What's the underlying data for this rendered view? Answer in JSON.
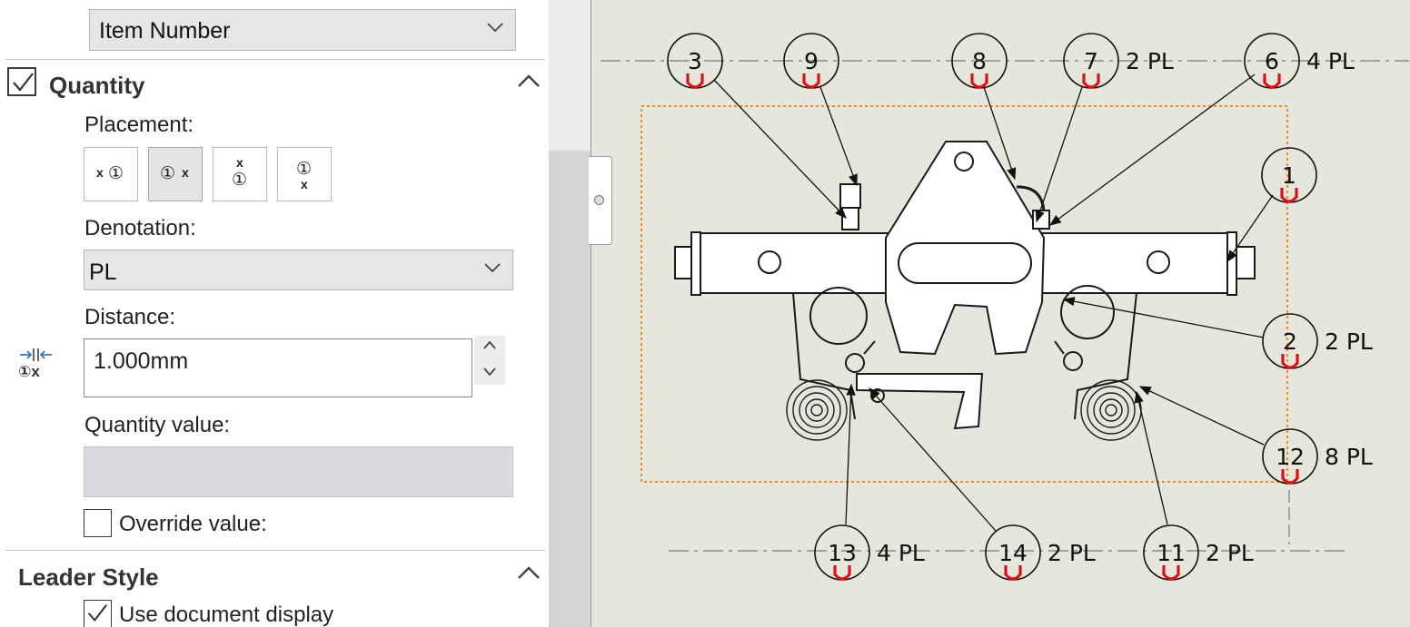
{
  "item_number_dropdown": {
    "value": "Item Number"
  },
  "quantity_section": {
    "checked": true,
    "title": "Quantity",
    "placement_label": "Placement:",
    "placement_buttons": [
      {
        "id": "x-left",
        "text_a": "x",
        "text_b": "①"
      },
      {
        "id": "x-right",
        "text_a": "①",
        "text_b": "x"
      },
      {
        "id": "x-top",
        "text_a": "x",
        "text_b": "①"
      },
      {
        "id": "x-bottom",
        "text_a": "①",
        "text_b": "x"
      }
    ],
    "denotation_label": "Denotation:",
    "denotation_value": "PL",
    "distance_label": "Distance:",
    "distance_icon_text": "①x",
    "distance_value": "1.000mm",
    "quantity_value_label": "Quantity value:",
    "quantity_value": "",
    "override_label": "Override value:",
    "override_checked": false
  },
  "leader_style_section": {
    "title": "Leader Style",
    "use_document_display_label": "Use document display",
    "use_document_display_checked": true
  },
  "colors": {
    "selection_box": "#f08a1e",
    "balloon_marker": "#d8141b",
    "drawing_bg": "#e7e6dd"
  },
  "balloons": [
    {
      "number": "3",
      "qty": ""
    },
    {
      "number": "9",
      "qty": ""
    },
    {
      "number": "8",
      "qty": ""
    },
    {
      "number": "7",
      "qty": "2 PL"
    },
    {
      "number": "6",
      "qty": "4 PL"
    },
    {
      "number": "1",
      "qty": ""
    },
    {
      "number": "2",
      "qty": "2 PL"
    },
    {
      "number": "12",
      "qty": "8 PL"
    },
    {
      "number": "13",
      "qty": "4 PL"
    },
    {
      "number": "14",
      "qty": "2 PL"
    },
    {
      "number": "11",
      "qty": "2 PL"
    }
  ]
}
